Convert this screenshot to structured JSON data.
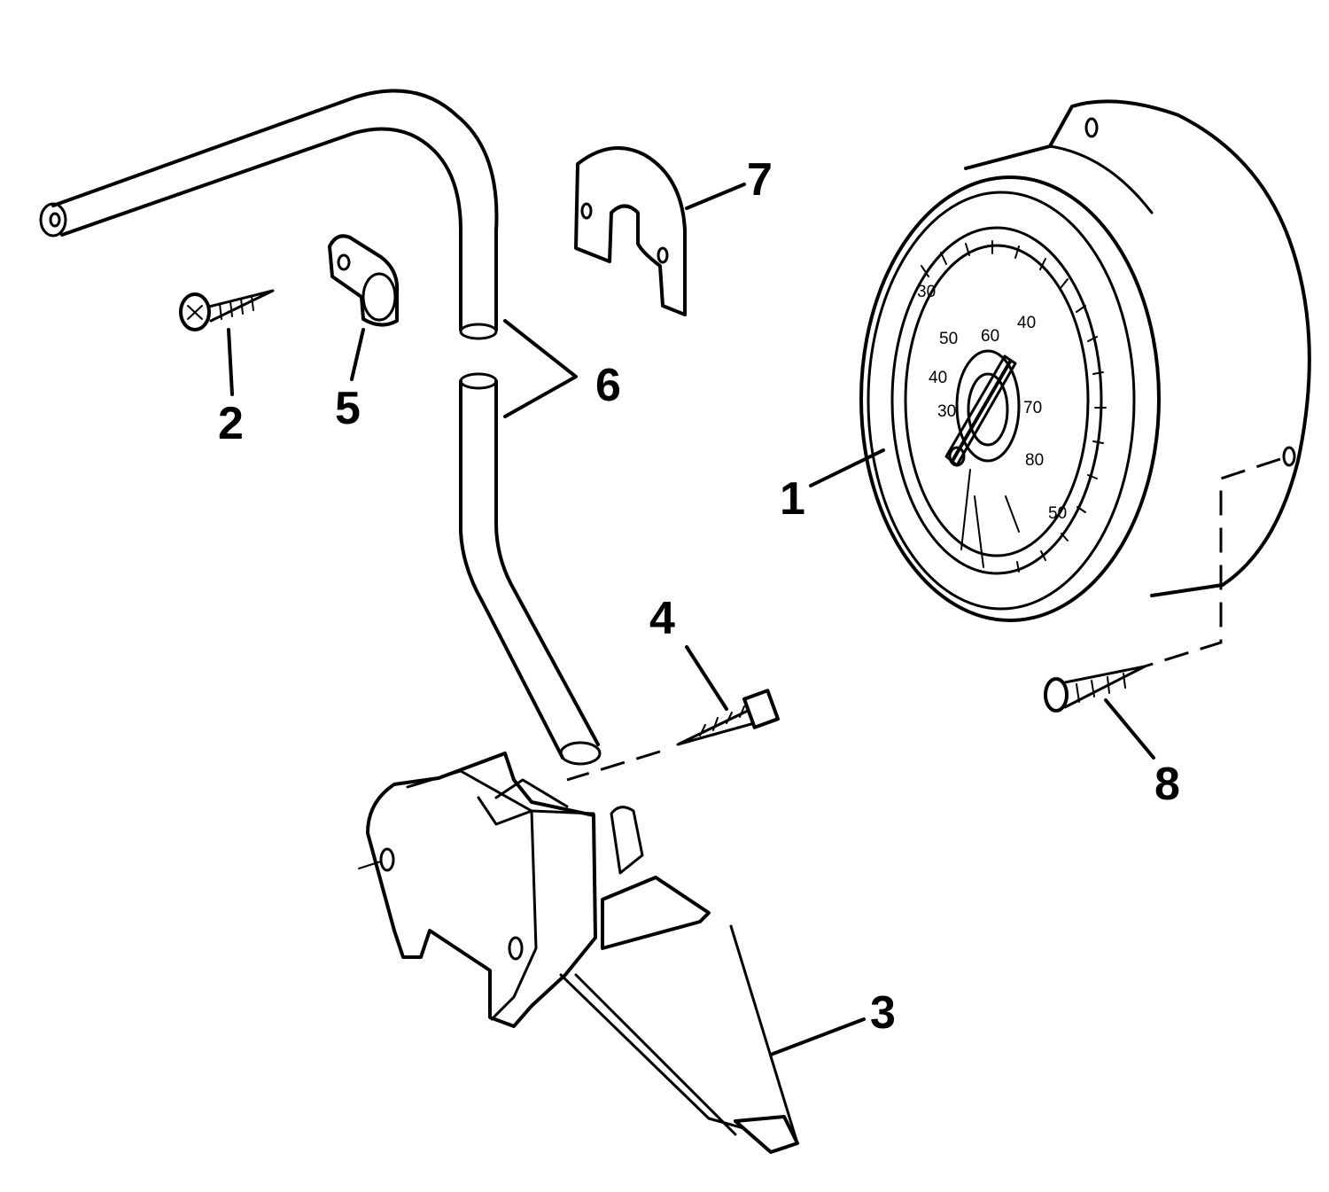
{
  "callouts": {
    "c1": "1",
    "c2": "2",
    "c3": "3",
    "c4": "4",
    "c5": "5",
    "c6": "6",
    "c7": "7",
    "c8": "8"
  },
  "dial": {
    "scale_labels": [
      "30",
      "40",
      "50",
      "60",
      "40",
      "70",
      "30",
      "80",
      "50"
    ]
  }
}
